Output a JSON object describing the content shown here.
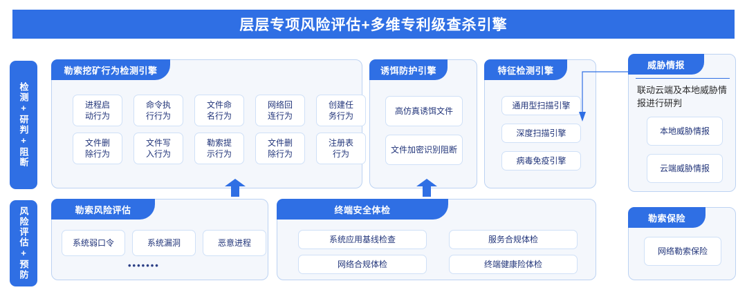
{
  "title": "层层专项风险评估+多维专利级查杀引擎",
  "colors": {
    "brand_blue": "#2f6fe4",
    "panel_bg": "#f4f7fc",
    "panel_border": "#bcd2f2",
    "card_text": "#22357a"
  },
  "side_labels": {
    "detect": "检测+研判+阻断",
    "risk": "风险评估+预防"
  },
  "panels": {
    "ransom_mining_detection": {
      "header": "勒索挖矿行为检测引擎",
      "cards": [
        "进程启\n动行为",
        "命令执\n行行为",
        "文件命\n名行为",
        "网络回\n连行为",
        "创建任\n务行为",
        "文件删\n除行为",
        "文件写\n入行为",
        "勒索提\n示行为",
        "文件删\n除行为",
        "注册表\n行为"
      ]
    },
    "decoy_protection": {
      "header": "诱饵防护引擎",
      "cards": [
        "高仿真诱饵文件",
        "文件加密识别阻断"
      ]
    },
    "signature_detection": {
      "header": "特征检测引擎",
      "cards": [
        "通用型扫描引擎",
        "深度扫描引擎",
        "病毒免疫引擎"
      ]
    },
    "threat_intelligence": {
      "header": "威胁情报",
      "note": "联动云端及本地威胁情报进行研判",
      "cards": [
        "本地威胁情报",
        "云端威胁情报"
      ]
    },
    "ransom_risk_assessment": {
      "header": "勒索风险评估",
      "cards": [
        "系统弱口令",
        "系统漏洞",
        "恶意进程"
      ],
      "more": "•••••••"
    },
    "endpoint_security_check": {
      "header": "终端安全体检",
      "cards": [
        "系统应用基线检查",
        "服务合规体检",
        "网络合规体检",
        "终端健康险体检"
      ]
    },
    "ransom_insurance": {
      "header": "勒索保险",
      "cards": [
        "网络勒索保险"
      ]
    }
  }
}
